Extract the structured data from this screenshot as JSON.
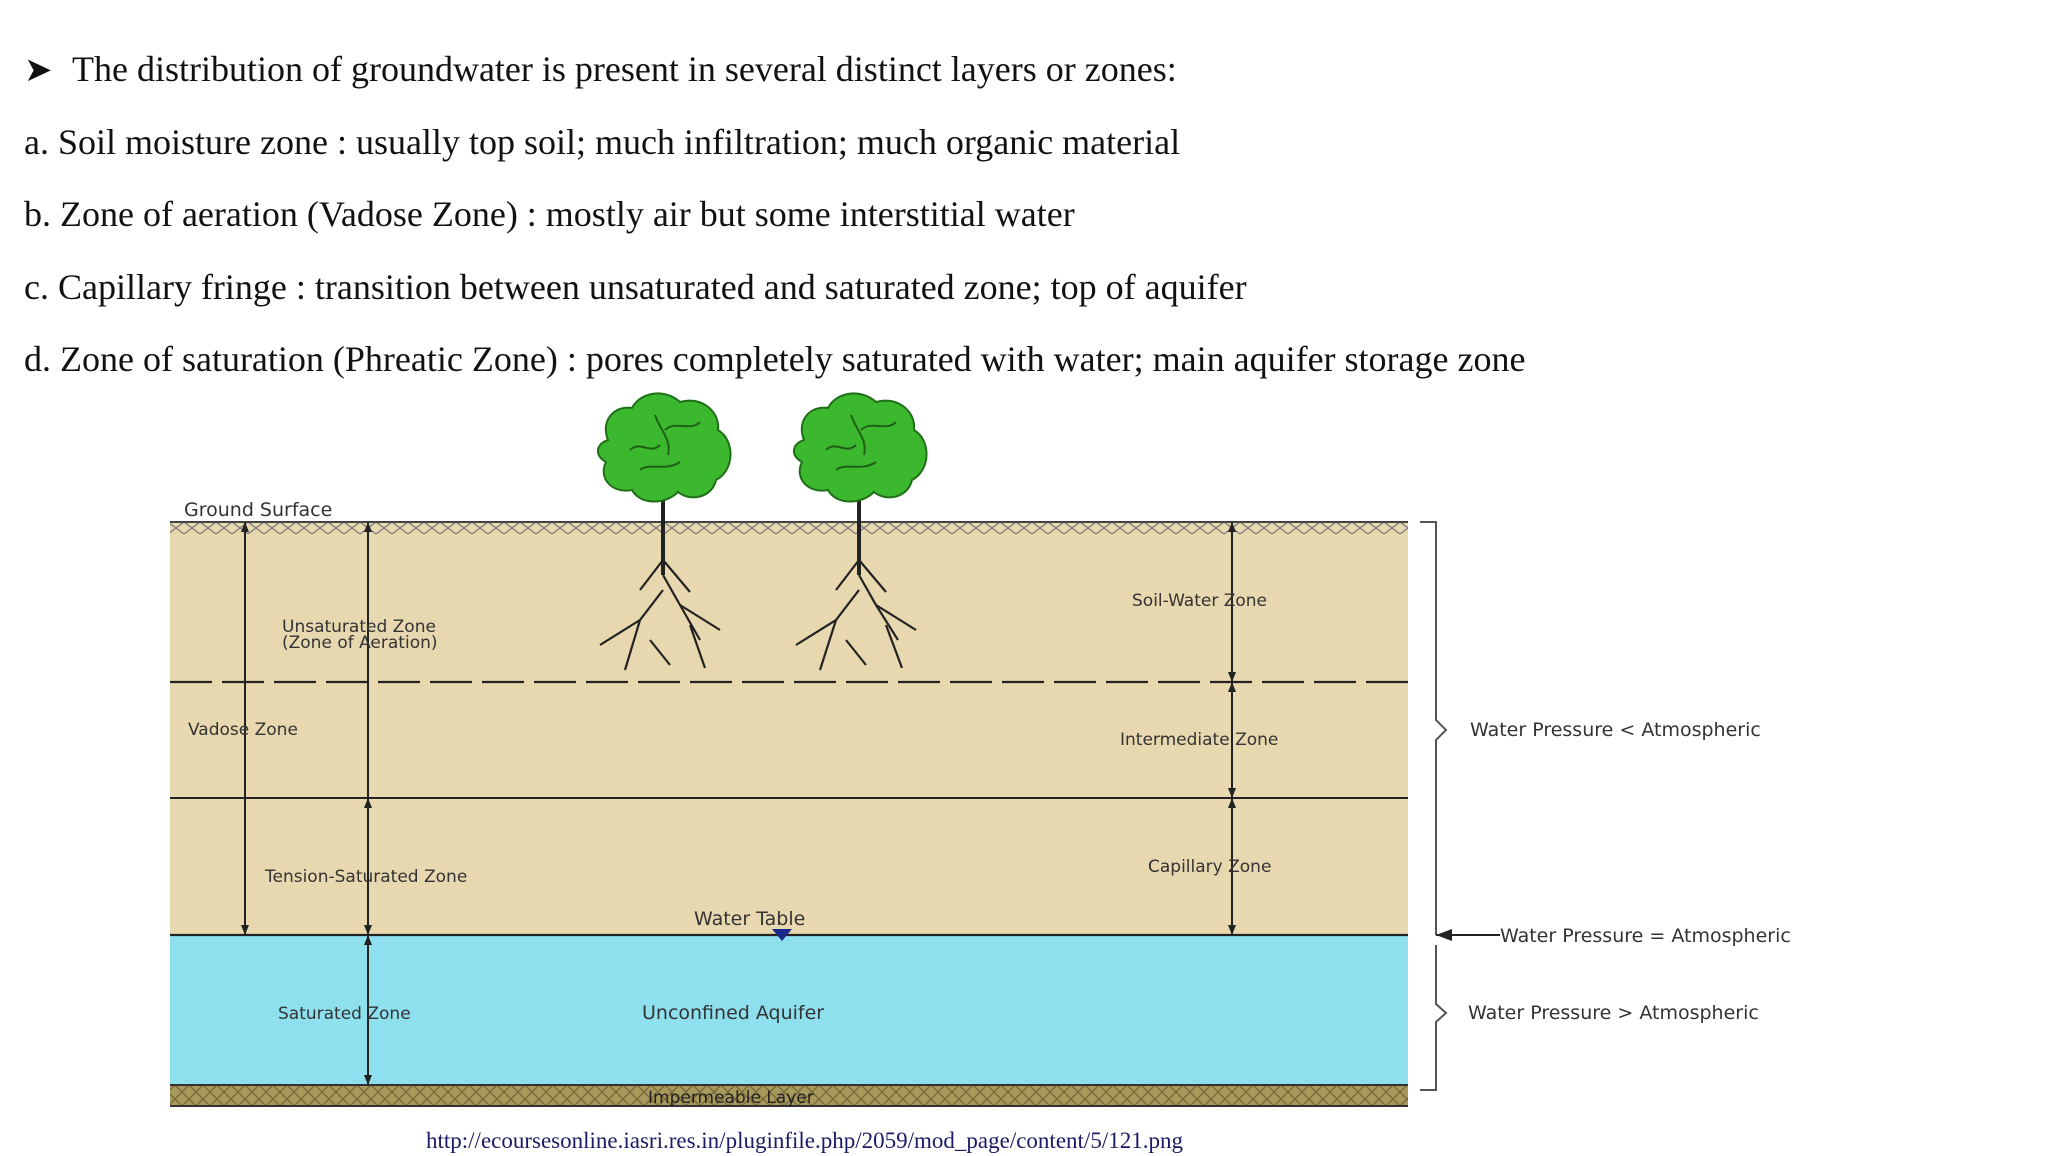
{
  "intro": {
    "bullet_icon": "arrowhead-bullet-icon",
    "text": "The distribution of groundwater is present in several distinct layers or zones:"
  },
  "items": [
    "a. Soil moisture zone : usually top soil; much infiltration; much organic material",
    "b. Zone of aeration (Vadose Zone) : mostly air but some interstitial water",
    "c. Capillary fringe : transition between unsaturated and saturated zone; top of aquifer",
    "d. Zone of saturation (Phreatic Zone) : pores completely saturated with water; main aquifer storage zone"
  ],
  "diagram": {
    "ground_surface": "Ground Surface",
    "unsaturated_zone_line1": "Unsaturated Zone",
    "unsaturated_zone_line2": "(Zone of Aeration)",
    "soil_water_zone": "Soil-Water Zone",
    "vadose_zone": "Vadose Zone",
    "intermediate_zone": "Intermediate Zone",
    "tension_saturated_zone": "Tension-Saturated Zone",
    "capillary_zone": "Capillary Zone",
    "water_table": "Water Table",
    "saturated_zone": "Saturated Zone",
    "unconfined_aquifer": "Unconfined Aquifer",
    "impermeable_layer": "Impermeable Layer",
    "pressure_less": "Water Pressure < Atmospheric",
    "pressure_equal": "Water Pressure = Atmospheric",
    "pressure_greater": "Water Pressure > Atmospheric",
    "colors": {
      "soil": "#e8d8b0",
      "aquifer": "#8ee0ee",
      "impermeable": "#a89a5c",
      "tree_canopy": "#3cb82e",
      "water_table_marker": "#1a2a8a"
    }
  },
  "source_url": "http://ecoursesonline.iasri.res.in/pluginfile.php/2059/mod_page/content/5/121.png"
}
